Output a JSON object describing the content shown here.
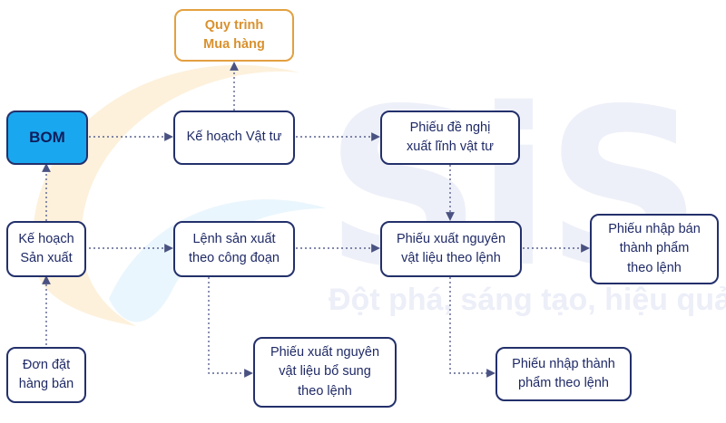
{
  "watermark": {
    "letters": "SiS",
    "slogan": "Đột phá, sáng tạo, hiệu quả"
  },
  "nodes": {
    "quy_trinh_mua_hang": {
      "label": "Quy trình\nMua hàng"
    },
    "bom": {
      "label": "BOM"
    },
    "ke_hoach_vat_tu": {
      "label": "Kế hoạch Vật tư"
    },
    "phieu_de_nghi": {
      "label": "Phiếu đề nghị\nxuất lĩnh vật tư"
    },
    "ke_hoach_san_xuat": {
      "label": "Kế hoạch\nSản xuất"
    },
    "lenh_san_xuat": {
      "label": "Lệnh sản xuất\ntheo công đoạn"
    },
    "phieu_xuat_nvl": {
      "label": "Phiếu xuất nguyên\nvật liệu theo lệnh"
    },
    "phieu_nhap_btp": {
      "label": "Phiếu nhập bán\nthành phẩm\ntheo lệnh"
    },
    "don_dat_hang": {
      "label": "Đơn đặt\nhàng bán"
    },
    "phieu_xuat_bo_sung": {
      "label": "Phiếu xuất nguyên\nvật liệu bổ sung\ntheo lệnh"
    },
    "phieu_nhap_tp": {
      "label": "Phiếu nhập thành\nphẩm theo lệnh"
    }
  },
  "edges": [
    {
      "from": "bom",
      "to": "ke_hoach_vat_tu"
    },
    {
      "from": "ke_hoach_vat_tu",
      "to": "quy_trinh_mua_hang"
    },
    {
      "from": "ke_hoach_vat_tu",
      "to": "phieu_de_nghi"
    },
    {
      "from": "phieu_de_nghi",
      "to": "phieu_xuat_nvl"
    },
    {
      "from": "ke_hoach_san_xuat",
      "to": "bom"
    },
    {
      "from": "ke_hoach_san_xuat",
      "to": "lenh_san_xuat"
    },
    {
      "from": "lenh_san_xuat",
      "to": "phieu_xuat_nvl"
    },
    {
      "from": "phieu_xuat_nvl",
      "to": "phieu_nhap_btp"
    },
    {
      "from": "don_dat_hang",
      "to": "ke_hoach_san_xuat"
    },
    {
      "from": "lenh_san_xuat",
      "to": "phieu_xuat_bo_sung"
    },
    {
      "from": "phieu_xuat_nvl",
      "to": "phieu_nhap_tp"
    }
  ],
  "colors": {
    "node_border": "#23306b",
    "node_text": "#1f2a66",
    "highlight_fill": "#19a8f0",
    "external_border": "#e3a040",
    "external_text": "#d9912e",
    "edge": "#5a6290"
  }
}
